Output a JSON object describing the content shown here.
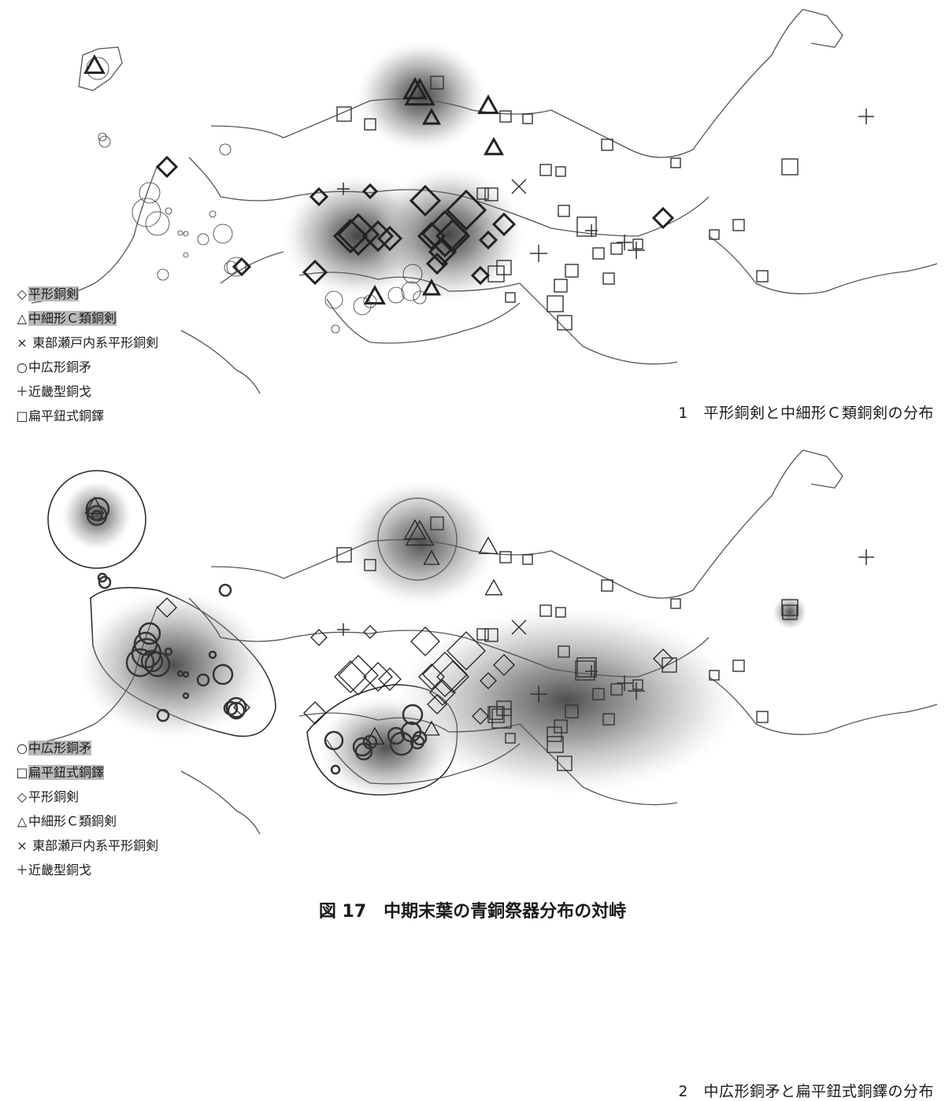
{
  "figure_title": "図 17　中期末葉の青銅祭器分布の対峙",
  "panels": [
    {
      "caption": "1　平形銅剣と中細形Ｃ類銅剣の分布",
      "legend": [
        {
          "symbol": "◇",
          "label": "平形銅剣",
          "highlight": true
        },
        {
          "symbol": "△",
          "label": "中細形Ｃ類銅剣",
          "highlight": true
        },
        {
          "symbol": "×",
          "label": " 東部瀬戸内系平形銅剣",
          "highlight": false
        },
        {
          "symbol": "○",
          "label": "中広形銅矛",
          "highlight": false
        },
        {
          "symbol": "＋",
          "label": "近畿型銅戈",
          "highlight": false
        },
        {
          "symbol": "□",
          "label": "扁平鈕式銅鐸",
          "highlight": false
        }
      ]
    },
    {
      "caption": "2　中広形銅矛と扁平鈕式銅鐸の分布",
      "legend": [
        {
          "symbol": "○",
          "label": "中広形銅矛",
          "highlight": true
        },
        {
          "symbol": "□",
          "label": "扁平鈕式銅鐸",
          "highlight": true
        },
        {
          "symbol": "◇",
          "label": "平形銅剣",
          "highlight": false
        },
        {
          "symbol": "△",
          "label": "中細形Ｃ類銅剣",
          "highlight": false
        },
        {
          "symbol": "×",
          "label": " 東部瀬戸内系平形銅剣",
          "highlight": false
        },
        {
          "symbol": "＋",
          "label": "近畿型銅戈",
          "highlight": false
        }
      ]
    }
  ],
  "colors": {
    "highlight": "#b9b9b9",
    "density": "#3a3a3a",
    "coast": "#555555"
  }
}
